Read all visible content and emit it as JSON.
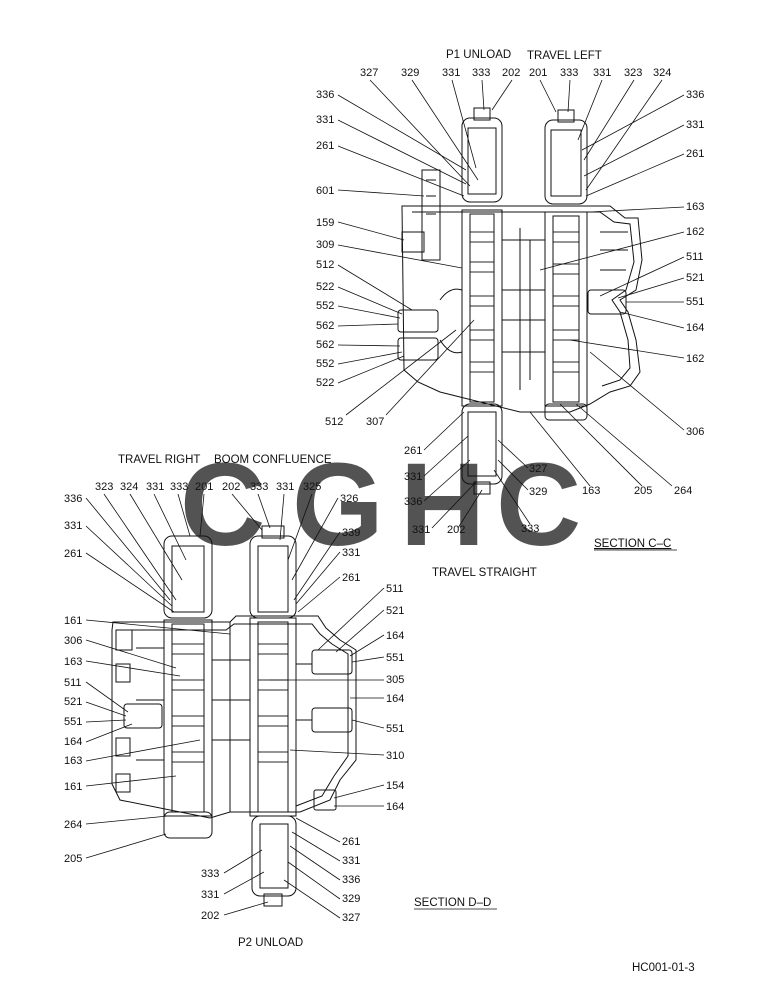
{
  "headings": {
    "p1_unload": "P1 UNLOAD",
    "travel_left": "TRAVEL LEFT",
    "travel_right": "TRAVEL RIGHT",
    "boom_confluence": "BOOM CONFLUENCE",
    "travel_straight": "TRAVEL STRAIGHT",
    "section_cc": "SECTION  C–C",
    "section_dd": "SECTION  D–D",
    "p2_unload": "P2 UNLOAD",
    "drawing_id": "HC001-01-3"
  },
  "watermark": {
    "letters": [
      "C",
      "G",
      "H",
      "C"
    ],
    "colors": [
      "#3d8bf2",
      "#f05a5a",
      "#f6c945",
      "#4caf7d"
    ]
  },
  "colors": {
    "line": "#111111",
    "background": "#ffffff"
  },
  "cc_top_labels": [
    "327",
    "329",
    "331",
    "333",
    "202",
    "201",
    "333",
    "331",
    "323",
    "324"
  ],
  "cc_left_labels": [
    "336",
    "331",
    "261",
    "601",
    "159",
    "309",
    "512",
    "522",
    "552",
    "562",
    "562",
    "552",
    "522",
    "512",
    "307"
  ],
  "cc_right_labels": [
    "336",
    "331",
    "261",
    "163",
    "162",
    "511",
    "521",
    "551",
    "164",
    "162",
    "306",
    "264",
    "205",
    "163"
  ],
  "cc_bottom_labels": [
    "261",
    "331",
    "336",
    "331",
    "202",
    "327",
    "329",
    "333"
  ],
  "dd_top_labels": [
    "323",
    "324",
    "331",
    "333",
    "201",
    "202",
    "333",
    "331",
    "325",
    "326",
    "339",
    "331",
    "261"
  ],
  "dd_left_labels": [
    "336",
    "331",
    "261",
    "161",
    "306",
    "163",
    "511",
    "521",
    "551",
    "164",
    "163",
    "161",
    "264",
    "205"
  ],
  "dd_right_labels": [
    "511",
    "521",
    "164",
    "551",
    "305",
    "164",
    "551",
    "310",
    "154",
    "164"
  ],
  "dd_bottom_labels": [
    "261",
    "331",
    "336",
    "329",
    "327",
    "333",
    "331",
    "202"
  ]
}
